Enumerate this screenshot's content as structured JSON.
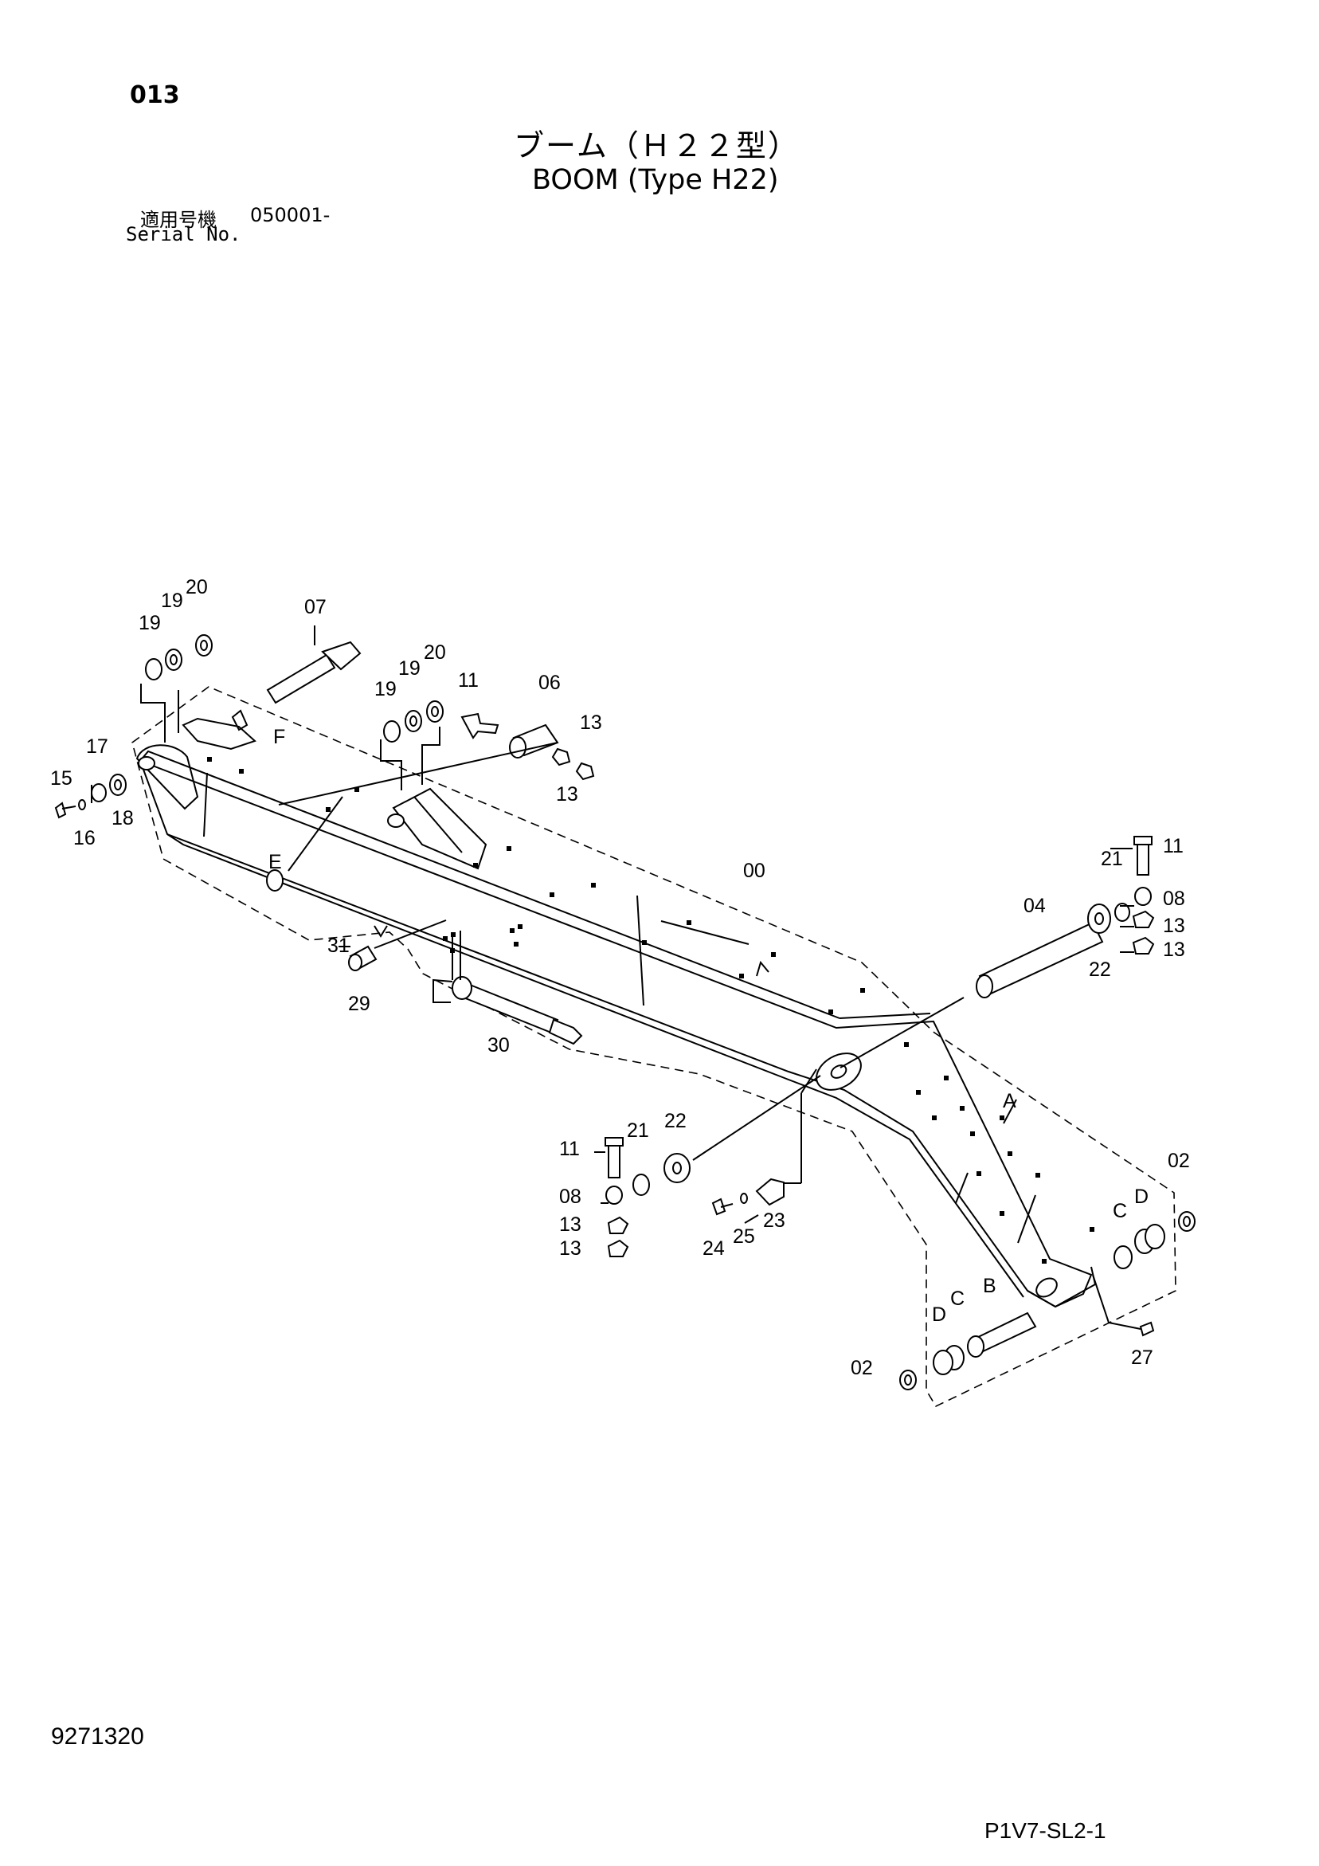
{
  "header": {
    "page_code": "013",
    "title_jp": "ブーム（Ｈ２２型）",
    "title_en": "BOOM (Type H22)",
    "serial_label_jp": "適用号機",
    "serial_value": "050001-",
    "serial_label_en": "Serial No."
  },
  "footer": {
    "doc_number": "9271320",
    "page_ref": "P1V7-SL2-1"
  },
  "callouts": {
    "c00": "00",
    "c02a": "02",
    "c02b": "02",
    "c04": "04",
    "c06": "06",
    "c07": "07",
    "c08a": "08",
    "c08b": "08",
    "c11a": "11",
    "c11b": "11",
    "c11c": "11",
    "c13a": "13",
    "c13b": "13",
    "c13c": "13",
    "c13d": "13",
    "c13e": "13",
    "c13f": "13",
    "c15": "15",
    "c16": "16",
    "c17": "17",
    "c18": "18",
    "c19a": "19",
    "c19b": "19",
    "c19c": "19",
    "c19d": "19",
    "c20a": "20",
    "c20b": "20",
    "c21a": "21",
    "c21b": "21",
    "c22a": "22",
    "c22b": "22",
    "c23": "23",
    "c24": "24",
    "c25": "25",
    "c27": "27",
    "c29": "29",
    "c30": "30",
    "c31": "31",
    "lA": "A",
    "lB": "B",
    "lC1": "C",
    "lC2": "C",
    "lD1": "D",
    "lD2": "D",
    "lE": "E",
    "lF": "F"
  }
}
